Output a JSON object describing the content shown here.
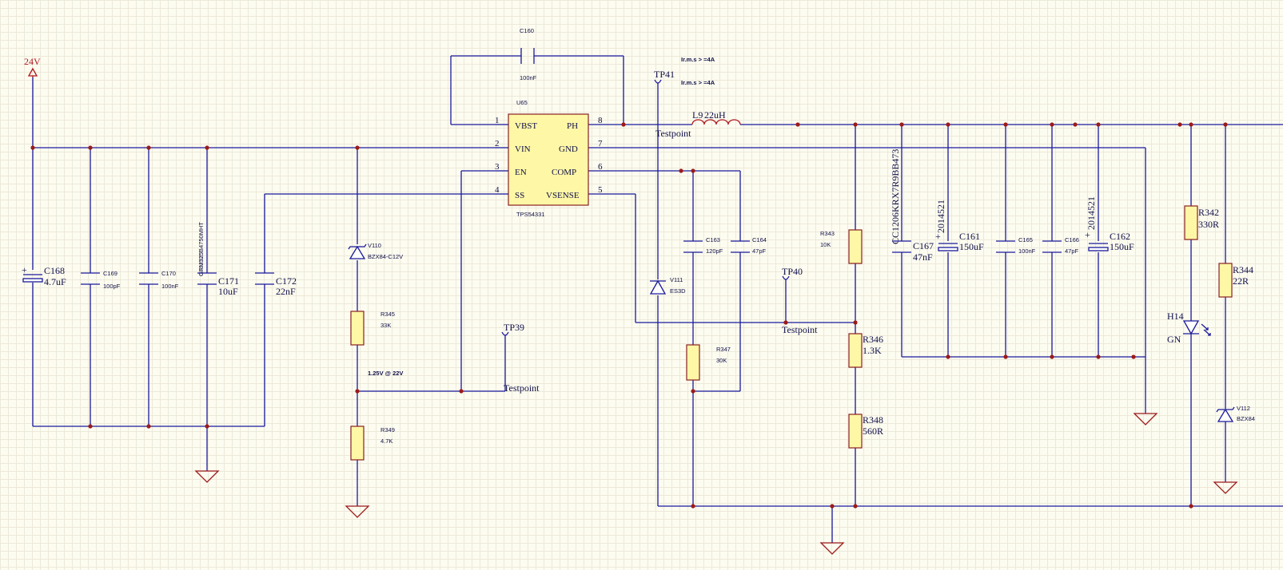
{
  "power": {
    "net_24v": "24V"
  },
  "ic": {
    "ref": "U65",
    "part": "TPS54331",
    "left_pins": [
      {
        "num": "1",
        "name": "VBST"
      },
      {
        "num": "2",
        "name": "VIN"
      },
      {
        "num": "3",
        "name": "EN"
      },
      {
        "num": "4",
        "name": "SS"
      }
    ],
    "right_pins": [
      {
        "num": "8",
        "name": "PH"
      },
      {
        "num": "7",
        "name": "GND"
      },
      {
        "num": "6",
        "name": "COMP"
      },
      {
        "num": "5",
        "name": "VSENSE"
      }
    ]
  },
  "components": {
    "c160": {
      "ref": "C160",
      "value": "100nF"
    },
    "c168": {
      "ref": "C168",
      "value": "4.7uF"
    },
    "c169": {
      "ref": "C169",
      "value": "100pF"
    },
    "c170": {
      "ref": "C170",
      "value": "100nF"
    },
    "c171": {
      "ref": "C171",
      "value": "10uF",
      "part": "GRM325B4750MHT",
      "part_overlap": "C3225X7"
    },
    "c172": {
      "ref": "C172",
      "value": "22nF"
    },
    "v110": {
      "ref": "V110",
      "value": "BZX84-C12V"
    },
    "r345": {
      "ref": "R345",
      "value": "33K"
    },
    "r349": {
      "ref": "R349",
      "value": "4.7K"
    },
    "note_125v": "1.25V @ 22V",
    "tp39": {
      "ref": "TP39",
      "label": "Testpoint"
    },
    "tp41": {
      "ref": "TP41",
      "label": "Testpoint"
    },
    "l9": {
      "ref": "L9",
      "value": "22uH"
    },
    "irms_note1": "Ir.m.s > =4A",
    "irms_note2": "Ir.m.s > =4A",
    "v111": {
      "ref": "V111",
      "value": "ES3D"
    },
    "c163": {
      "ref": "C163",
      "value": "120pF"
    },
    "c164": {
      "ref": "C164",
      "value": "47pF"
    },
    "r347": {
      "ref": "R347",
      "value": "30K"
    },
    "tp40": {
      "ref": "TP40",
      "label": "Testpoint"
    },
    "r343": {
      "ref": "R343",
      "value": "10K"
    },
    "r346": {
      "ref": "R346",
      "value": "1.3K"
    },
    "r348": {
      "ref": "R348",
      "value": "560R"
    },
    "c167": {
      "ref": "C167",
      "value": "47nF",
      "part": "CC1206KRX7R9BB473"
    },
    "c161": {
      "ref": "C161",
      "value": "150uF",
      "part": "2014521"
    },
    "c165": {
      "ref": "C165",
      "value": "100nF"
    },
    "c166": {
      "ref": "C166",
      "value": "47pF"
    },
    "c162": {
      "ref": "C162",
      "value": "150uF",
      "part": "2014521"
    },
    "r342": {
      "ref": "R342",
      "value": "330R"
    },
    "r344": {
      "ref": "R344",
      "value": "22R"
    },
    "h14": {
      "ref": "H14",
      "value": "GN"
    },
    "v112": {
      "ref": "V112",
      "value": "BZX84"
    }
  },
  "colors": {
    "wire": "#1a1a9c",
    "junction": "#9c1a1a",
    "power_net": "#b0171e",
    "ic_body": "#fef7a6",
    "background": "#fdfcf0"
  }
}
